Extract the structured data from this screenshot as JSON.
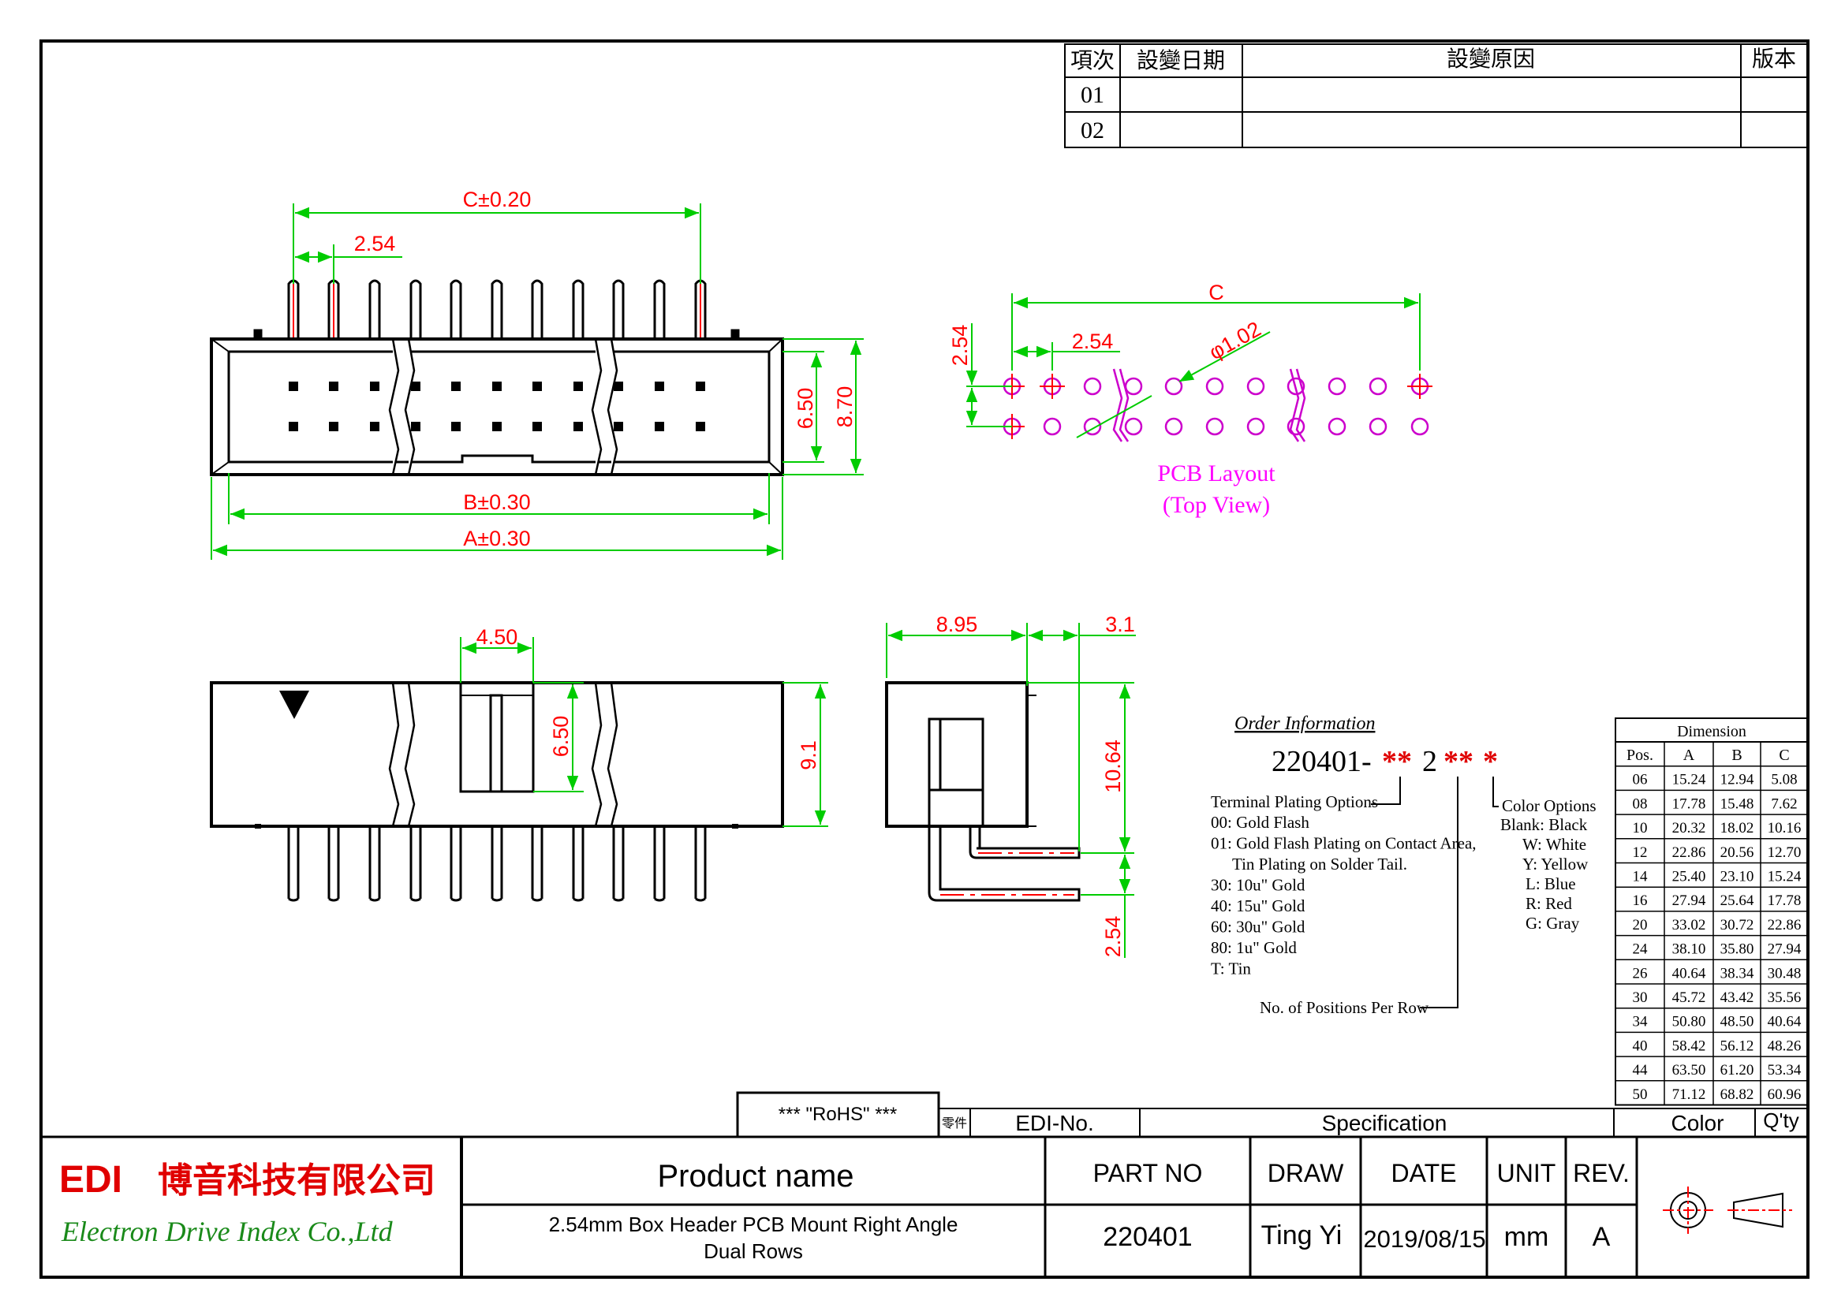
{
  "revision_table": {
    "headers": [
      "項次",
      "設變日期",
      "設變原因",
      "版本"
    ],
    "rows": [
      [
        "01",
        "",
        "",
        ""
      ],
      [
        "02",
        "",
        "",
        ""
      ]
    ]
  },
  "dimensions": {
    "c_tol": "C±0.20",
    "pitch_top": "2.54",
    "h650": "6.50",
    "h870": "8.70",
    "b_tol": "B±0.30",
    "a_tol": "A±0.30",
    "pcb_c": "C",
    "pcb_pitch_v": "2.54",
    "pcb_pitch_h": "2.54",
    "pcb_hole": "φ1.02",
    "front_key_w": "4.50",
    "front_key_h": "6.50",
    "front_h": "9.1",
    "side_depth": "8.95",
    "side_tail": "3.1",
    "side_h": "10.64",
    "side_pitch": "2.54"
  },
  "pcb_caption": [
    "PCB Layout",
    "(Top View)"
  ],
  "order_info": {
    "title": "Order Information",
    "code": "220401-",
    "code_parts": [
      "**",
      "2",
      "**",
      "*"
    ],
    "plating_title": "Terminal Plating Options",
    "plating_options": [
      "00: Gold Flash",
      "01: Gold Flash Plating on Contact Area,",
      "Tin Plating on Solder Tail.",
      "30: 10u\" Gold",
      "40: 15u\" Gold",
      "60: 30u\" Gold",
      "80: 1u\" Gold",
      "T: Tin"
    ],
    "positions_label": "No. of Positions Per Row",
    "color_title": "Color Options",
    "color_options": [
      "Blank: Black",
      "W: White",
      "Y: Yellow",
      "L: Blue",
      "R: Red",
      "G: Gray"
    ]
  },
  "dimension_table": {
    "title": "Dimension",
    "headers": [
      "Pos.",
      "A",
      "B",
      "C"
    ],
    "rows": [
      [
        "06",
        "15.24",
        "12.94",
        "5.08"
      ],
      [
        "08",
        "17.78",
        "15.48",
        "7.62"
      ],
      [
        "10",
        "20.32",
        "18.02",
        "10.16"
      ],
      [
        "12",
        "22.86",
        "20.56",
        "12.70"
      ],
      [
        "14",
        "25.40",
        "23.10",
        "15.24"
      ],
      [
        "16",
        "27.94",
        "25.64",
        "17.78"
      ],
      [
        "20",
        "33.02",
        "30.72",
        "22.86"
      ],
      [
        "24",
        "38.10",
        "35.80",
        "27.94"
      ],
      [
        "26",
        "40.64",
        "38.34",
        "30.48"
      ],
      [
        "30",
        "45.72",
        "43.42",
        "35.56"
      ],
      [
        "34",
        "50.80",
        "48.50",
        "40.64"
      ],
      [
        "40",
        "58.42",
        "56.12",
        "48.26"
      ],
      [
        "44",
        "63.50",
        "61.20",
        "53.34"
      ],
      [
        "50",
        "71.12",
        "68.82",
        "60.96"
      ]
    ]
  },
  "title_block": {
    "rohs": "*** \"RoHS\" ***",
    "part_label": "零件",
    "edi_no": "EDI-No.",
    "specification": "Specification",
    "color": "Color",
    "qty": "Q'ty",
    "logo_edi": "EDI",
    "company_cn": "博音科技有限公司",
    "company_en": "Electron Drive Index Co.,Ltd",
    "product_name_label": "Product name",
    "product_name": "2.54mm Box Header PCB Mount Right Angle",
    "product_name_2": "Dual Rows",
    "part_no_label": "PART  NO",
    "part_no": "220401",
    "draw_label": "DRAW",
    "draw": "Ting Yi",
    "date_label": "DATE",
    "date": "2019/08/15",
    "unit_label": "UNIT",
    "unit": "mm",
    "rev_label": "REV.",
    "rev": "A"
  },
  "colors": {
    "dimension_text": "#ff0000",
    "dimension_line": "#00cc00",
    "pcb_layout": "#cc00cc",
    "logo_red": "#e00000",
    "company_green": "#1a8a1a"
  }
}
